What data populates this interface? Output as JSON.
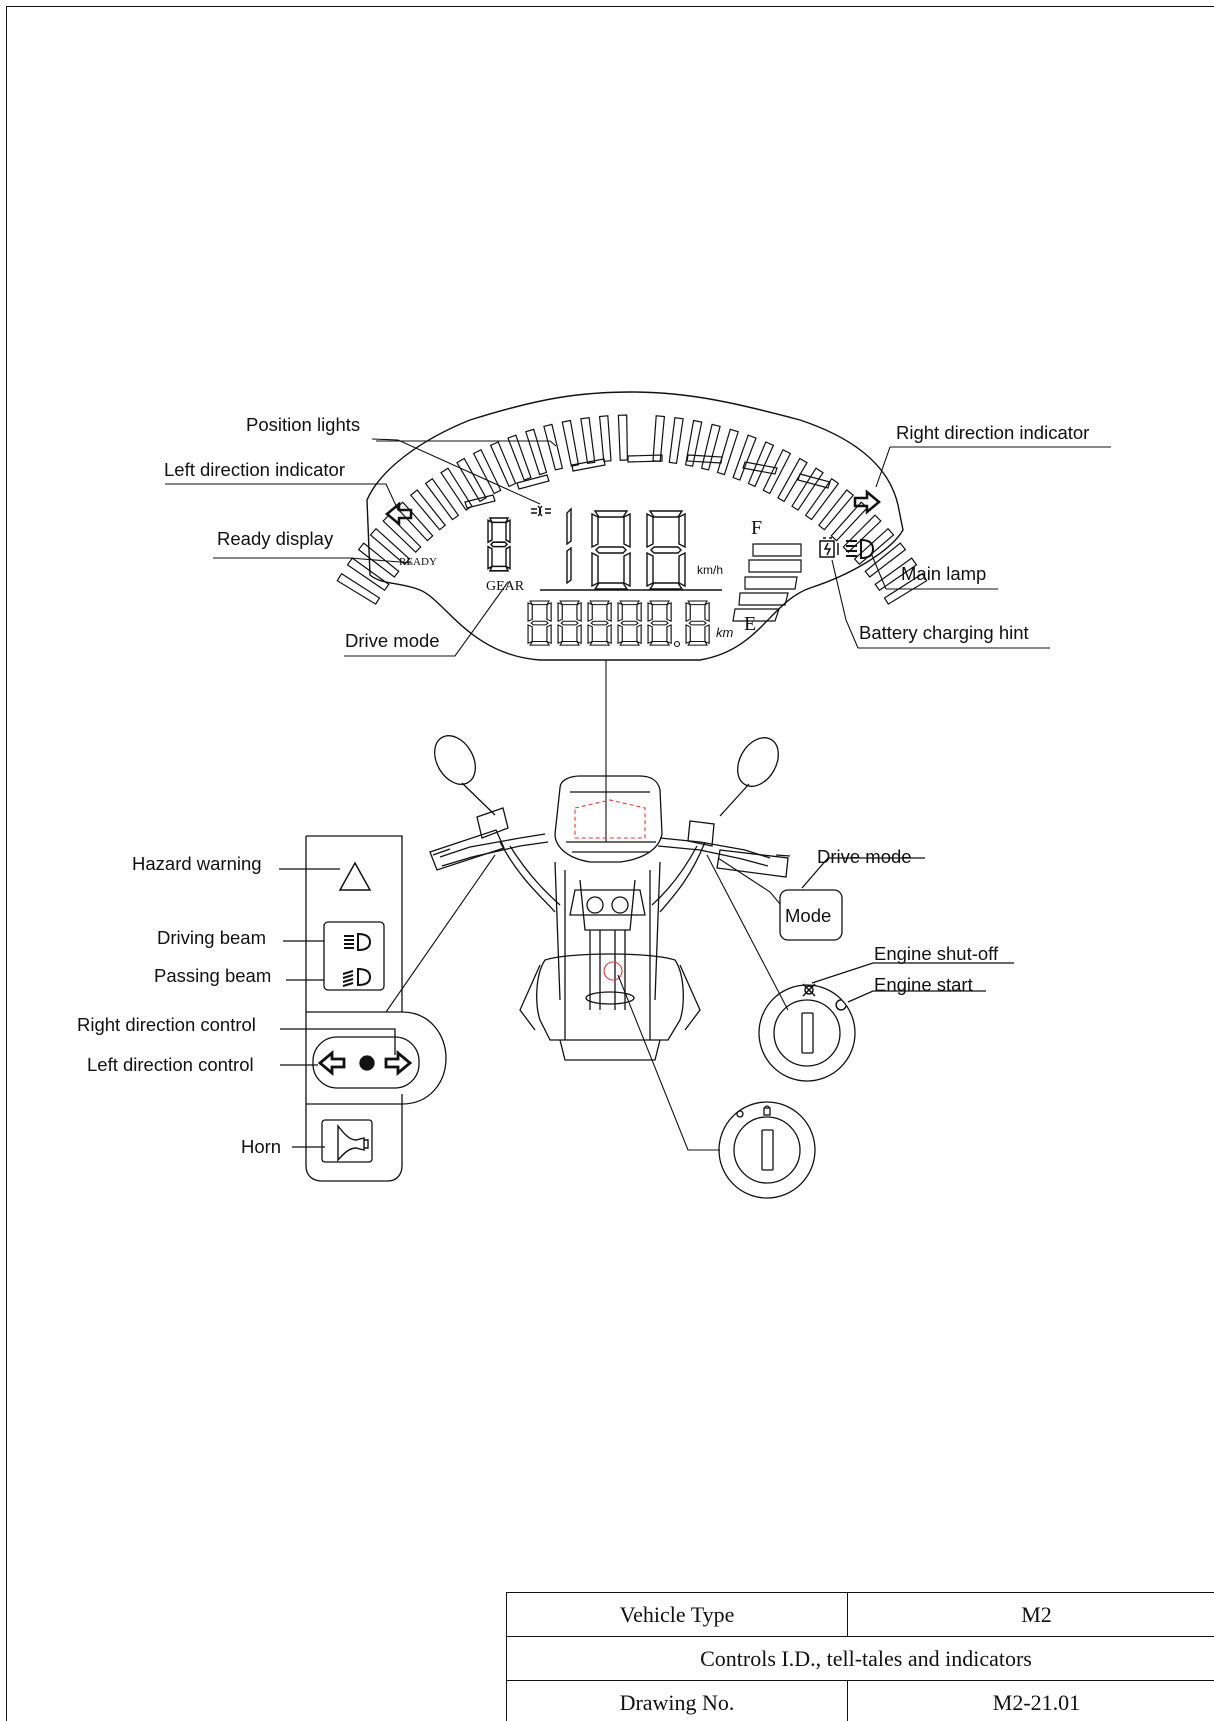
{
  "instrument_cluster": {
    "callouts": {
      "position_lights": "Position lights",
      "left_direction_indicator": "Left direction indicator",
      "ready_display": "Ready display",
      "drive_mode": "Drive mode",
      "right_direction_indicator": "Right direction indicator",
      "main_lamp": "Main lamp",
      "battery_charging_hint": "Battery charging hint"
    },
    "lcd": {
      "ready": "READY",
      "gear": "GEAR",
      "speed_unit": "km/h",
      "odometer_unit": "km",
      "fuel_full": "F",
      "fuel_empty": "E"
    }
  },
  "left_switch_panel": {
    "callouts": {
      "hazard_warning": "Hazard warning",
      "driving_beam": "Driving beam",
      "passing_beam": "Passing beam",
      "right_direction_control": "Right direction control",
      "left_direction_control": "Left direction control",
      "horn": "Horn"
    }
  },
  "right_controls": {
    "drive_mode_callout": "Drive mode",
    "mode_button": "Mode",
    "engine_shutoff": "Engine shut-off",
    "engine_start": "Engine start"
  },
  "icons": [
    "left-arrow-icon",
    "right-arrow-icon",
    "position-light-icon",
    "main-lamp-icon",
    "passing-beam-icon",
    "battery-charging-icon",
    "hazard-triangle-icon",
    "horn-icon",
    "key-lock-icon"
  ],
  "title_block": {
    "vehicle_type_label": "Vehicle Type",
    "vehicle_type_value": "M2",
    "description": "Controls I.D., tell-tales and indicators",
    "drawing_no_label": "Drawing No.",
    "drawing_no_value": "M2-21.01"
  }
}
